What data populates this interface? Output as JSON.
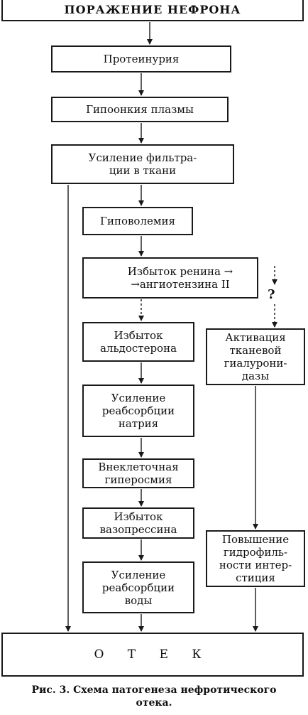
{
  "diagram": {
    "title": "ПОРАЖЕНИЕ НЕФРОНА",
    "steps": {
      "proteinuria": "Протеинурия",
      "hypooncia": "Гипоонкия плазмы",
      "filtration": "Усиление фильтра-\nции в ткани",
      "hypovolemia": "Гиповолемия",
      "renin": "Избыток ренина →\n→ангиотензина II",
      "aldosterone": "Избыток\nальдостерона",
      "sodium": "Усиление\nреабсорбции\nнатрия",
      "hyperosmia": "Внеклеточная\nгиперосмия",
      "vasopressin": "Избыток\nвазопрессина",
      "water": "Усиление\nреабсорбции\nводы",
      "hyaluronidase": "Активация\nтканевой\nгиалурони-\nдазы",
      "hydrophilicity": "Повышение\nгидрофиль-\nности интер-\nстиция",
      "edema": "О Т Е К"
    },
    "question_mark": "?",
    "caption": "Рис. 3. Схема патогенеза нефротического\nотека."
  }
}
